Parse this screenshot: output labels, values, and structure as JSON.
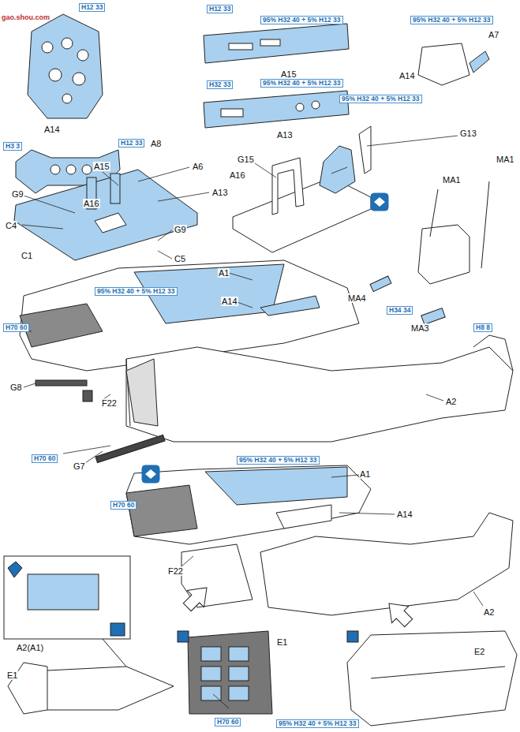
{
  "diagram": {
    "labels": [
      "gao.shou.com",
      "H12 33",
      "A14",
      "H3 3",
      "A16",
      "H12 33",
      "95% H32 40 + 5% H12 33",
      "A15",
      "H32 33",
      "95% H32 40 + 5% H12 33",
      "A13",
      "95% H32 40 + 5% H12 33",
      "A7",
      "A14",
      "H12 33",
      "A8",
      "A15",
      "A6",
      "A13",
      "G9",
      "C4",
      "G9",
      "C1",
      "C5",
      "95% H32 40 + 5% H12 33",
      "G13",
      "G15",
      "A16",
      "MA1",
      "MA1",
      "MA4",
      "H34 34",
      "MA3",
      "H8 8",
      "95% H32 40 + 5% H12 33",
      "H70 60",
      "A1",
      "A14",
      "G8",
      "F22",
      "A2",
      "H70 60",
      "G7",
      "A1",
      "95% H32 40 + 5% H12 33",
      "A14",
      "H70 60",
      "F22",
      "A2",
      "A2(A1)",
      "E1",
      "E1",
      "E2",
      "H70 60",
      "95% H32 40 + 5% H12 33"
    ]
  }
}
